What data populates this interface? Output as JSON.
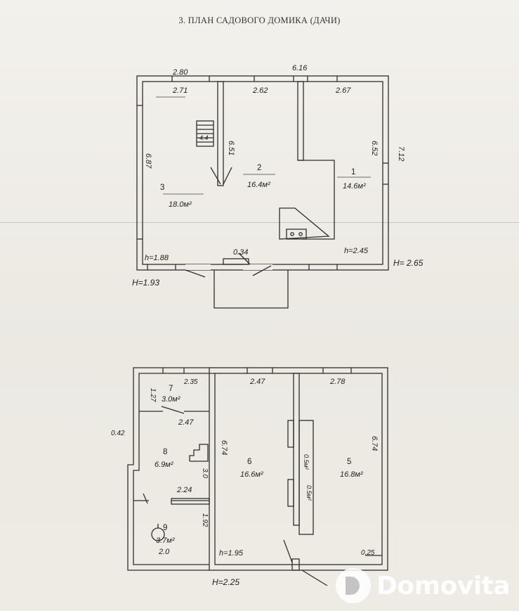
{
  "document": {
    "title": "3. ПЛАН САДОВОГО ДОМИКА (ДАЧИ)"
  },
  "upper_floor": {
    "dims": {
      "top_left": "2.80",
      "top_total": "6.16",
      "r3_top": "2.71",
      "r2_top": "2.62",
      "r1_top": "2.67",
      "r3_side": "6.87",
      "r2_side": "6.51",
      "r1_side": "6.52",
      "outer_right": "7.12",
      "stair": "4.4",
      "door": "0.34",
      "h_left": "h=1.88",
      "h_right": "h=2.45",
      "H_left": "H=1.93",
      "H_right": "H= 2.65"
    },
    "rooms": [
      {
        "number": "3",
        "area": "18.0м²"
      },
      {
        "number": "2",
        "area": "16.4м²"
      },
      {
        "number": "1",
        "area": "14.6м²"
      }
    ]
  },
  "lower_floor": {
    "dims": {
      "r7_top": "2.35",
      "r6_top": "2.47",
      "r5_top": "2.78",
      "r7_side": "1.27",
      "r7_bottom": "2.47",
      "outer_left": "0.42",
      "r6_side": "6.74",
      "r5_side": "6.74",
      "r8_side": "3.0",
      "r9_top": "2.24",
      "r9_side": "1.92",
      "r9_bottom": "2.0",
      "h_mid": "h=1.95",
      "corner": "0.25",
      "H_bottom": "H=2.25"
    },
    "rooms": [
      {
        "number": "7",
        "area": "3.0м²"
      },
      {
        "number": "8",
        "area": "6.9м²"
      },
      {
        "number": "6",
        "area": "16.6м²"
      },
      {
        "number": "5",
        "area": "16.8м²"
      },
      {
        "number": "9",
        "area": "3.7м²"
      }
    ],
    "small_areas": [
      "0.5м²",
      "0.5м²"
    ]
  },
  "watermark": {
    "text": "Domovita"
  }
}
